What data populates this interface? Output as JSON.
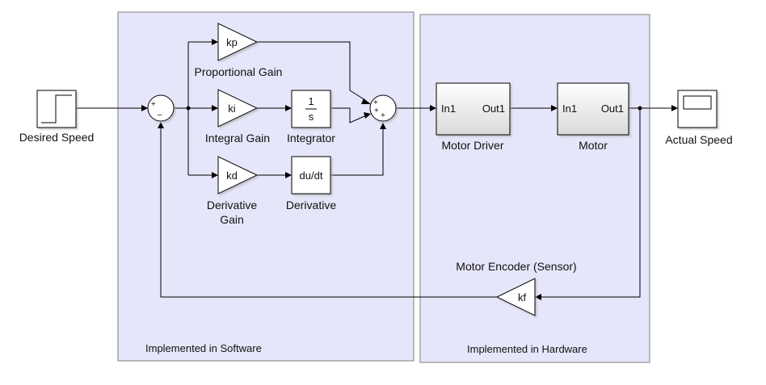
{
  "areas": {
    "software": "Implemented in Software",
    "hardware": "Implemented in Hardware"
  },
  "step": {
    "label": "Desired Speed"
  },
  "scope": {
    "label": "Actual Speed"
  },
  "sum1": {
    "signs": [
      "+",
      "–"
    ]
  },
  "sum2": {
    "signs": [
      "+",
      "+",
      "+"
    ]
  },
  "gains": {
    "kp": {
      "text": "kp",
      "label": "Proportional Gain"
    },
    "ki": {
      "text": "ki",
      "label": "Integral Gain"
    },
    "kd": {
      "text": "kd",
      "label_line1": "Derivative",
      "label_line2": "Gain"
    },
    "kf": {
      "text": "kf",
      "label": "Motor Encoder (Sensor)"
    }
  },
  "integrator": {
    "num": "1",
    "den": "s",
    "label": "Integrator"
  },
  "derivative": {
    "text": "du/dt",
    "label": "Derivative"
  },
  "motor_driver": {
    "in": "In1",
    "out": "Out1",
    "label": "Motor Driver"
  },
  "motor": {
    "in": "In1",
    "out": "Out1",
    "label": "Motor"
  },
  "colors": {
    "area_fill": "#e6e6fa",
    "area_stroke": "#7f7f7f",
    "block_fill": "#ffffff",
    "subsystem_fill": "#e6e6e6"
  }
}
